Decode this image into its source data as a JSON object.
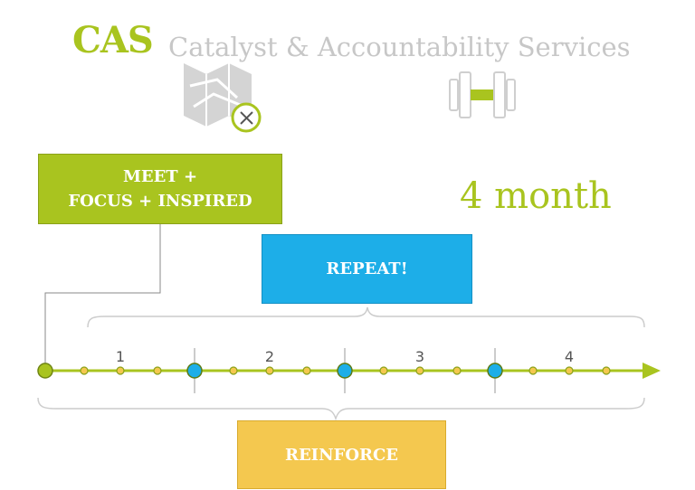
{
  "header": {
    "brand": "CAS",
    "tagline": "Catalyst & Accountability Services",
    "icons": [
      "map-compass-icon",
      "dumbbell-icon"
    ]
  },
  "boxes": {
    "meet_line1": "MEET +",
    "meet_line2": "FOCUS + INSPIRED",
    "repeat": "REPEAT!",
    "reinforce": "REINFORCE"
  },
  "duration": "4 month",
  "timeline": {
    "months": [
      "1",
      "2",
      "3",
      "4"
    ]
  },
  "colors": {
    "green": "#a9c41f",
    "blue": "#1daee8",
    "yellow": "#f4c84f",
    "gray_text": "#c7c7c7",
    "gray_line": "#8a8a8a"
  }
}
